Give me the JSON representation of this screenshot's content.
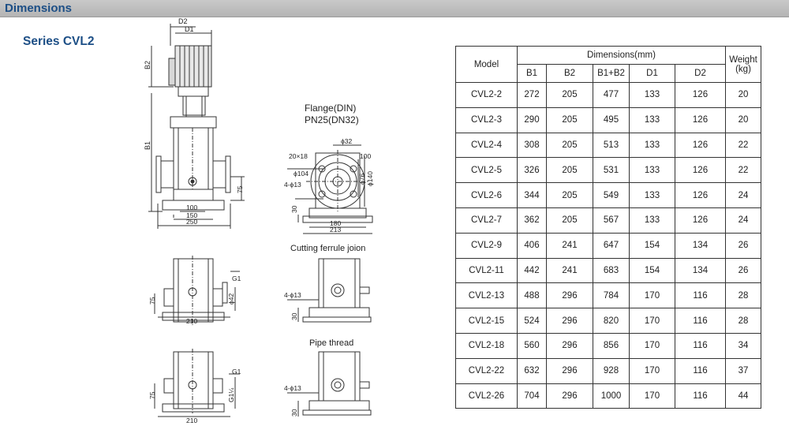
{
  "header": {
    "title": "Dimensions"
  },
  "series": {
    "title": "Series CVL2"
  },
  "drawing": {
    "labels": {
      "d2": "D2",
      "d1": "D1",
      "b2": "B2",
      "b1": "B1",
      "dim_100": "100",
      "dim_150": "150",
      "dim_250": "250",
      "dim_75": "75",
      "flange_title_1": "Flange(DIN)",
      "flange_title_2": "PN25(DN32)",
      "phi32": "ϕ32",
      "hole_20x18": "20×18",
      "dim_100b": "100",
      "phi104": "ϕ104",
      "holes_4_phi13": "4-ϕ13",
      "phi76": "ϕ76",
      "phi140": "ϕ140",
      "dim_30": "30",
      "dim_180": "180",
      "dim_213": "213",
      "ferrule_title": "Cutting  ferrule joion",
      "g1": "G1",
      "phi42": "ϕ42",
      "dim_210": "210",
      "pipe_title": "Pipe  thread",
      "g1_1_4": "G1¼"
    }
  },
  "table": {
    "header": {
      "model": "Model",
      "dimensions": "Dimensions(mm)",
      "weight_1": "Weight",
      "weight_2": "(kg)",
      "cols": [
        "B1",
        "B2",
        "B1+B2",
        "D1",
        "D2"
      ]
    },
    "rows": [
      {
        "model": "CVL2-2",
        "b1": "272",
        "b2": "205",
        "b1b2": "477",
        "d1": "133",
        "d2": "126",
        "weight": "20"
      },
      {
        "model": "CVL2-3",
        "b1": "290",
        "b2": "205",
        "b1b2": "495",
        "d1": "133",
        "d2": "126",
        "weight": "20"
      },
      {
        "model": "CVL2-4",
        "b1": "308",
        "b2": "205",
        "b1b2": "513",
        "d1": "133",
        "d2": "126",
        "weight": "22"
      },
      {
        "model": "CVL2-5",
        "b1": "326",
        "b2": "205",
        "b1b2": "531",
        "d1": "133",
        "d2": "126",
        "weight": "22"
      },
      {
        "model": "CVL2-6",
        "b1": "344",
        "b2": "205",
        "b1b2": "549",
        "d1": "133",
        "d2": "126",
        "weight": "24"
      },
      {
        "model": "CVL2-7",
        "b1": "362",
        "b2": "205",
        "b1b2": "567",
        "d1": "133",
        "d2": "126",
        "weight": "24"
      },
      {
        "model": "CVL2-9",
        "b1": "406",
        "b2": "241",
        "b1b2": "647",
        "d1": "154",
        "d2": "134",
        "weight": "26"
      },
      {
        "model": "CVL2-11",
        "b1": "442",
        "b2": "241",
        "b1b2": "683",
        "d1": "154",
        "d2": "134",
        "weight": "26"
      },
      {
        "model": "CVL2-13",
        "b1": "488",
        "b2": "296",
        "b1b2": "784",
        "d1": "170",
        "d2": "116",
        "weight": "28"
      },
      {
        "model": "CVL2-15",
        "b1": "524",
        "b2": "296",
        "b1b2": "820",
        "d1": "170",
        "d2": "116",
        "weight": "28"
      },
      {
        "model": "CVL2-18",
        "b1": "560",
        "b2": "296",
        "b1b2": "856",
        "d1": "170",
        "d2": "116",
        "weight": "34"
      },
      {
        "model": "CVL2-22",
        "b1": "632",
        "b2": "296",
        "b1b2": "928",
        "d1": "170",
        "d2": "116",
        "weight": "37"
      },
      {
        "model": "CVL2-26",
        "b1": "704",
        "b2": "296",
        "b1b2": "1000",
        "d1": "170",
        "d2": "116",
        "weight": "44"
      }
    ]
  }
}
